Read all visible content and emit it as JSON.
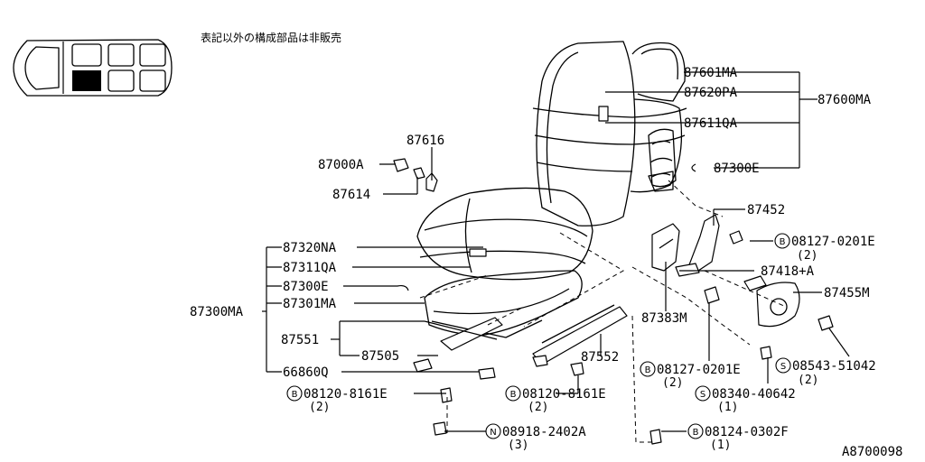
{
  "note": "表記以外の構成部品は非販売",
  "drawing_id": "A8700098",
  "labels": {
    "p87601MA": "87601MA",
    "p87620PA": "87620PA",
    "p87611QA": "87611QA",
    "p87600MA": "87600MA",
    "p87300E_top": "87300E",
    "p87616": "87616",
    "p87000A": "87000A",
    "p87614": "87614",
    "p87452": "87452",
    "p87418A": "87418+A",
    "p87455M": "87455M",
    "p87383M": "87383M",
    "p87320NA": "87320NA",
    "p87311QA": "87311QA",
    "p87300E_mid": "87300E",
    "p87301MA": "87301MA",
    "p87300MA": "87300MA",
    "p87551": "87551",
    "p87505": "87505",
    "p87552": "87552",
    "p66860Q": "66860Q"
  },
  "fasteners": [
    {
      "id": "f1",
      "symbol": "B",
      "part": "08127-0201E",
      "qty": "(2)"
    },
    {
      "id": "f2",
      "symbol": "B",
      "part": "08127-0201E",
      "qty": "(2)"
    },
    {
      "id": "f3",
      "symbol": "S",
      "part": "08543-51042",
      "qty": "(2)"
    },
    {
      "id": "f4",
      "symbol": "S",
      "part": "08340-40642",
      "qty": "(1)"
    },
    {
      "id": "f5",
      "symbol": "B",
      "part": "08120-8161E",
      "qty": "(2)"
    },
    {
      "id": "f6",
      "symbol": "B",
      "part": "08120-8161E",
      "qty": "(2)"
    },
    {
      "id": "f7",
      "symbol": "N",
      "part": "08918-2402A",
      "qty": "(3)"
    },
    {
      "id": "f8",
      "symbol": "B",
      "part": "08124-0302F",
      "qty": "(1)"
    }
  ]
}
